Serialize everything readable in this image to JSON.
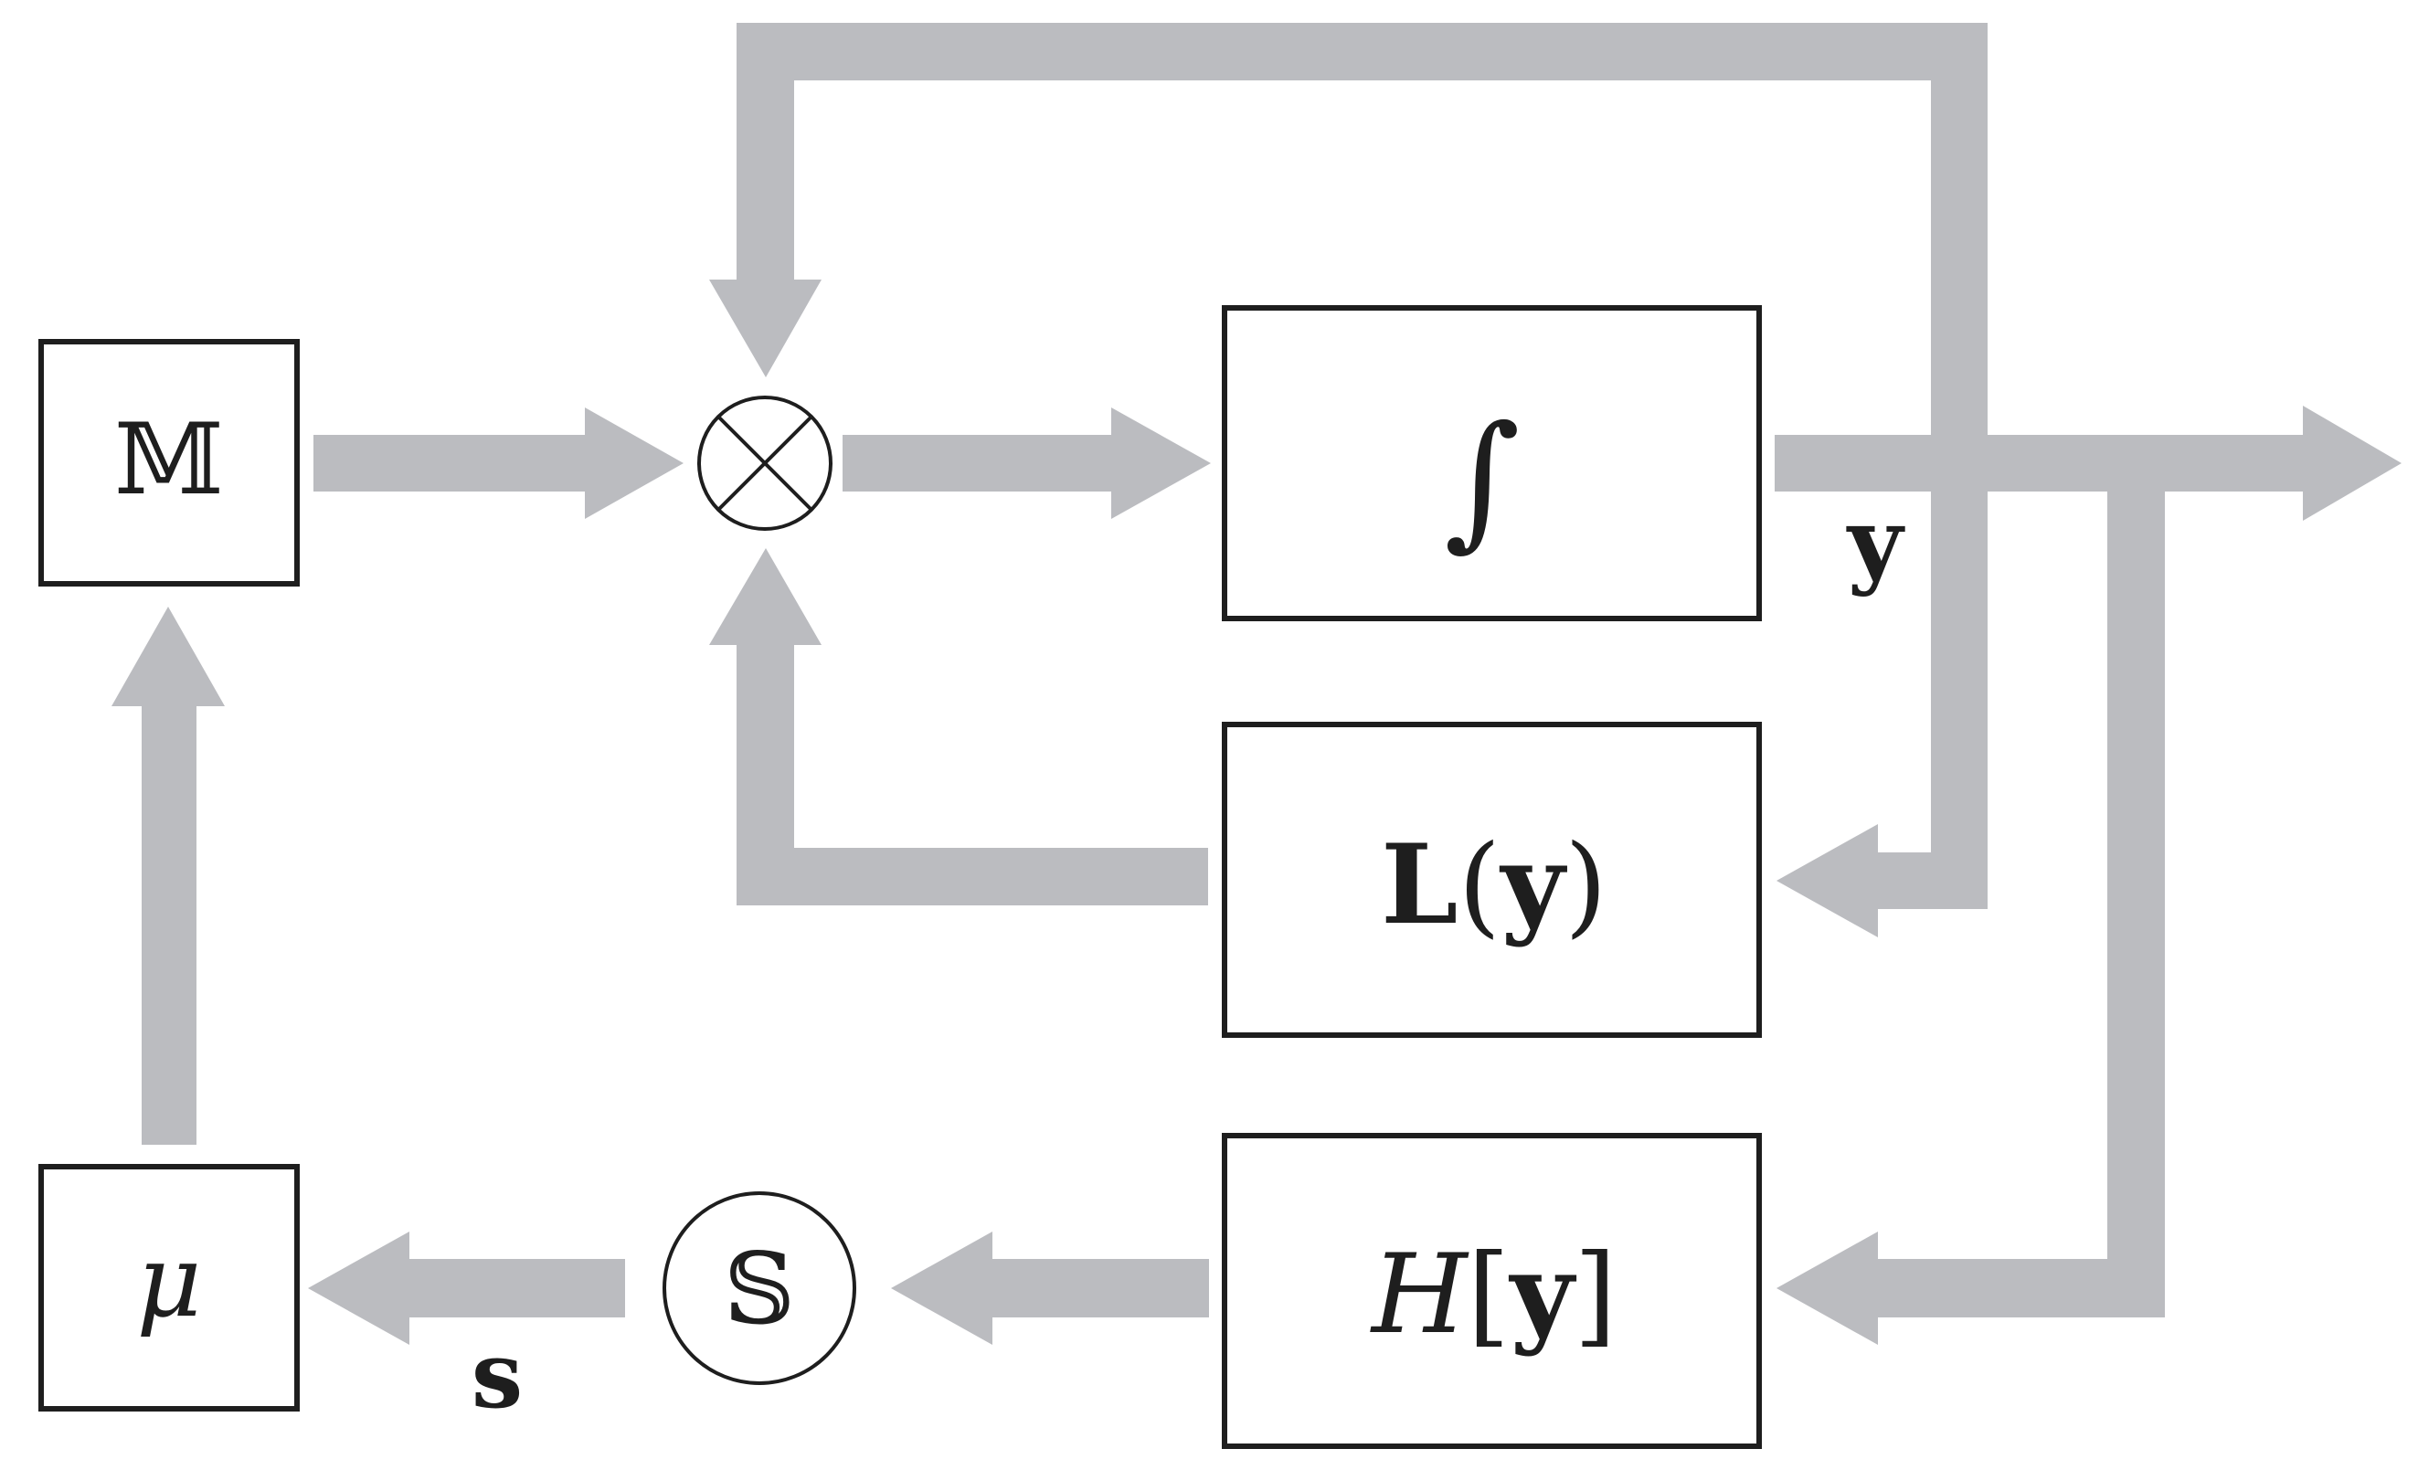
{
  "blocks": {
    "m_block": "𝕄",
    "integrator": "∫",
    "l_block": {
      "func": "L",
      "open": "(",
      "arg": "y",
      "close": ")"
    },
    "h_block": {
      "func": "H",
      "open": "[",
      "arg": "y",
      "close": "]"
    },
    "mu_block": "μ",
    "s_block": "𝕊"
  },
  "signals": {
    "y": "y",
    "s": "s"
  },
  "colors": {
    "arrow": "#bbbcc0",
    "stroke": "#1e1e1e"
  }
}
